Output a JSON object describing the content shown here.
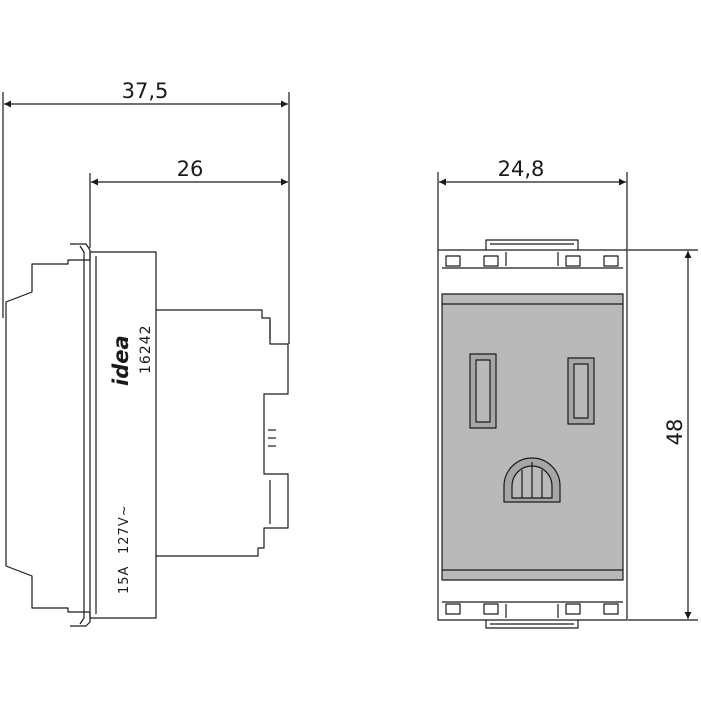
{
  "side_view": {
    "overall_depth": "37,5",
    "body_depth": "26",
    "brand": "idea",
    "model_code": "16242",
    "rating_current": "15A",
    "rating_voltage": "127V~"
  },
  "front_view": {
    "width": "24,8",
    "height": "48"
  },
  "colors": {
    "line": "#1a1a1a",
    "face_fill": "#b9b9b9",
    "slot_fill": "#a6a6a6"
  }
}
